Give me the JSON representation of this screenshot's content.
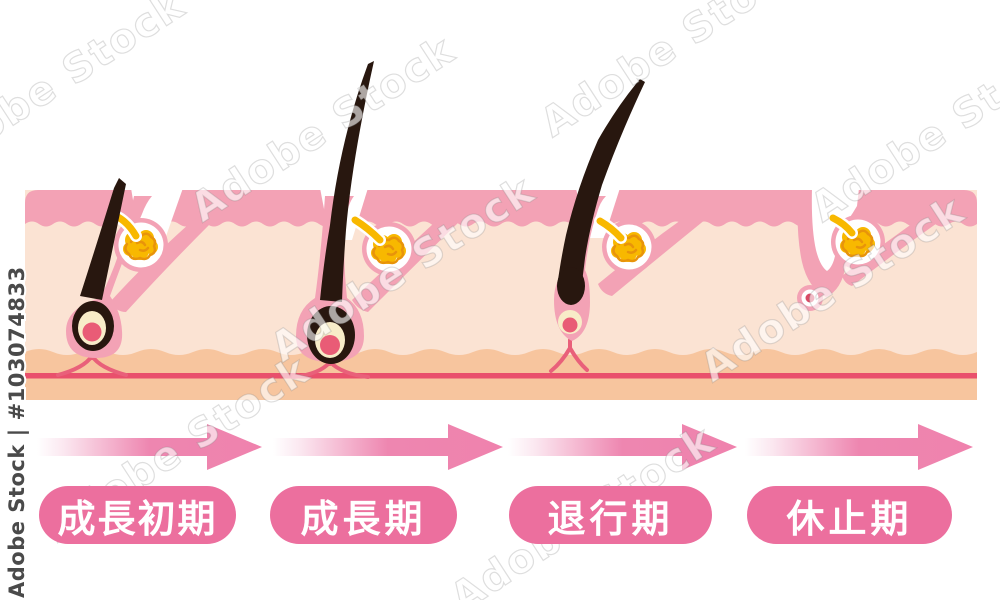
{
  "watermarks": {
    "diagonal_text": "Adobe Stock",
    "side_text": "Adobe Stock | #103074833"
  },
  "stages": [
    {
      "key": "early-growth",
      "label": "成長初期"
    },
    {
      "key": "growth",
      "label": "成長期"
    },
    {
      "key": "regression",
      "label": "退行期"
    },
    {
      "key": "resting",
      "label": "休止期"
    }
  ],
  "colors": {
    "epidermis_pink": "#F3A2B5",
    "dermis_cream": "#FBE3D3",
    "subcutis_peach": "#F7C59E",
    "vessel_red": "#E9506C",
    "capillary_red": "#E9607A",
    "papilla_red": "#E95C76",
    "papilla_cream": "#F8ECC8",
    "gland_yellow": "#F8B800",
    "gland_squiggle_orange": "#E8940A",
    "hair_black": "#28170F",
    "label_pill_pink": "#EC6F9E",
    "arrow_pink": "#EF82AD"
  }
}
